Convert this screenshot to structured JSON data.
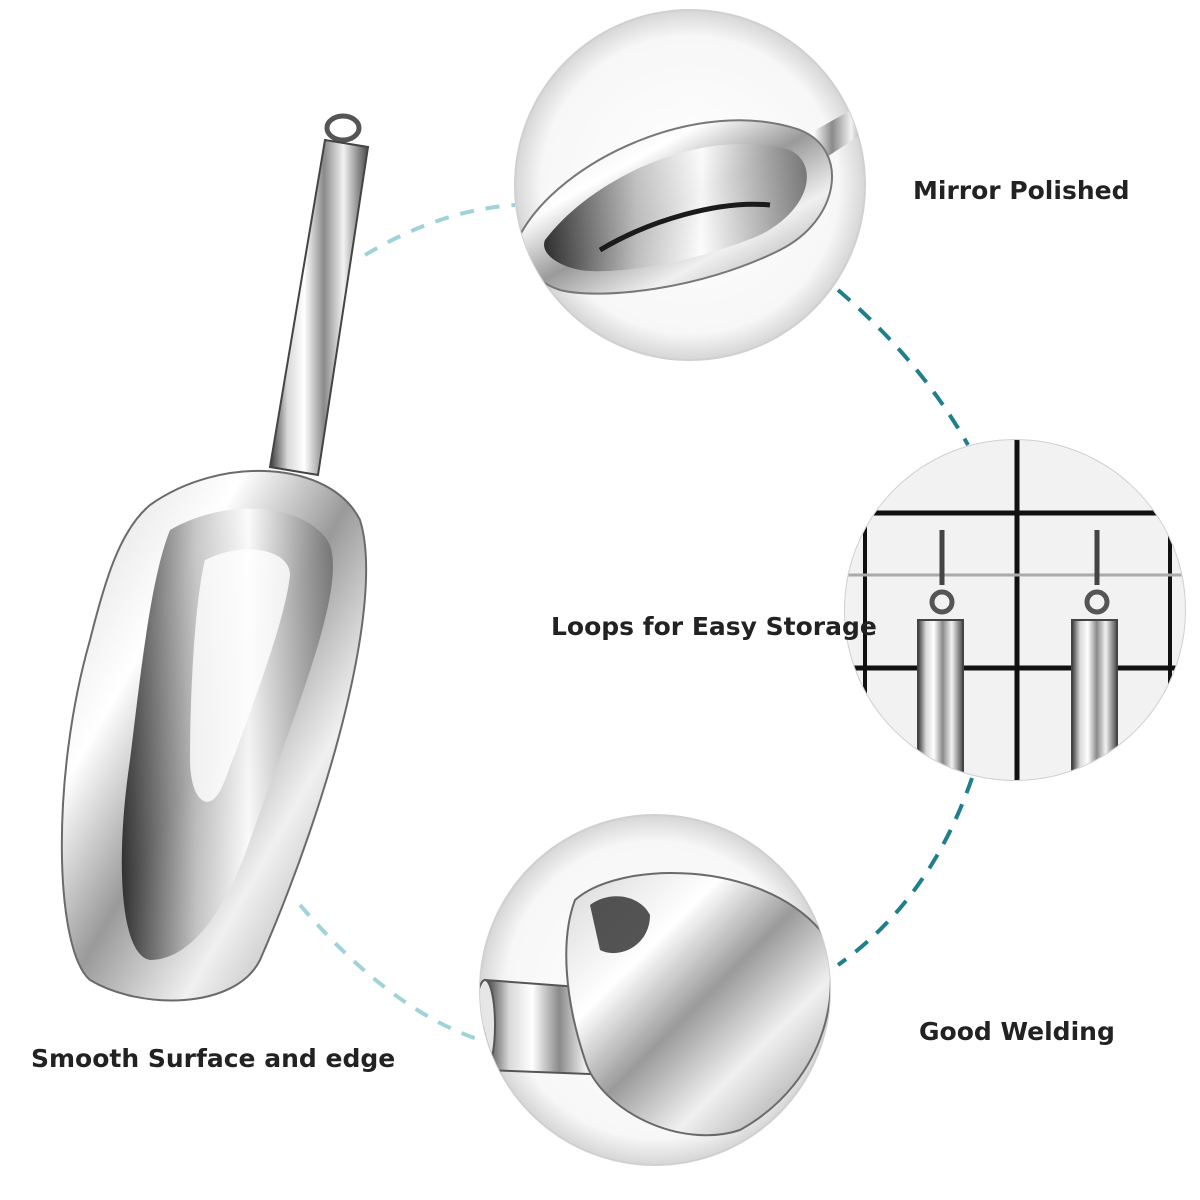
{
  "features": {
    "mirror_polished": "Mirror Polished",
    "loops_storage": "Loops for Easy Storage",
    "good_welding": "Good Welding",
    "smooth_surface": "Smooth Surface and edge"
  },
  "colors": {
    "accent_dash": "#1f7f8c",
    "accent_dash_light": "#9fd3d8",
    "steel_light": "#f4f4f4",
    "steel_dark": "#2a2a2a",
    "background": "#ffffff"
  },
  "icons": {
    "scoop": "ice-scoop-icon",
    "hanging_rack": "wall-grid-hooks-icon"
  }
}
